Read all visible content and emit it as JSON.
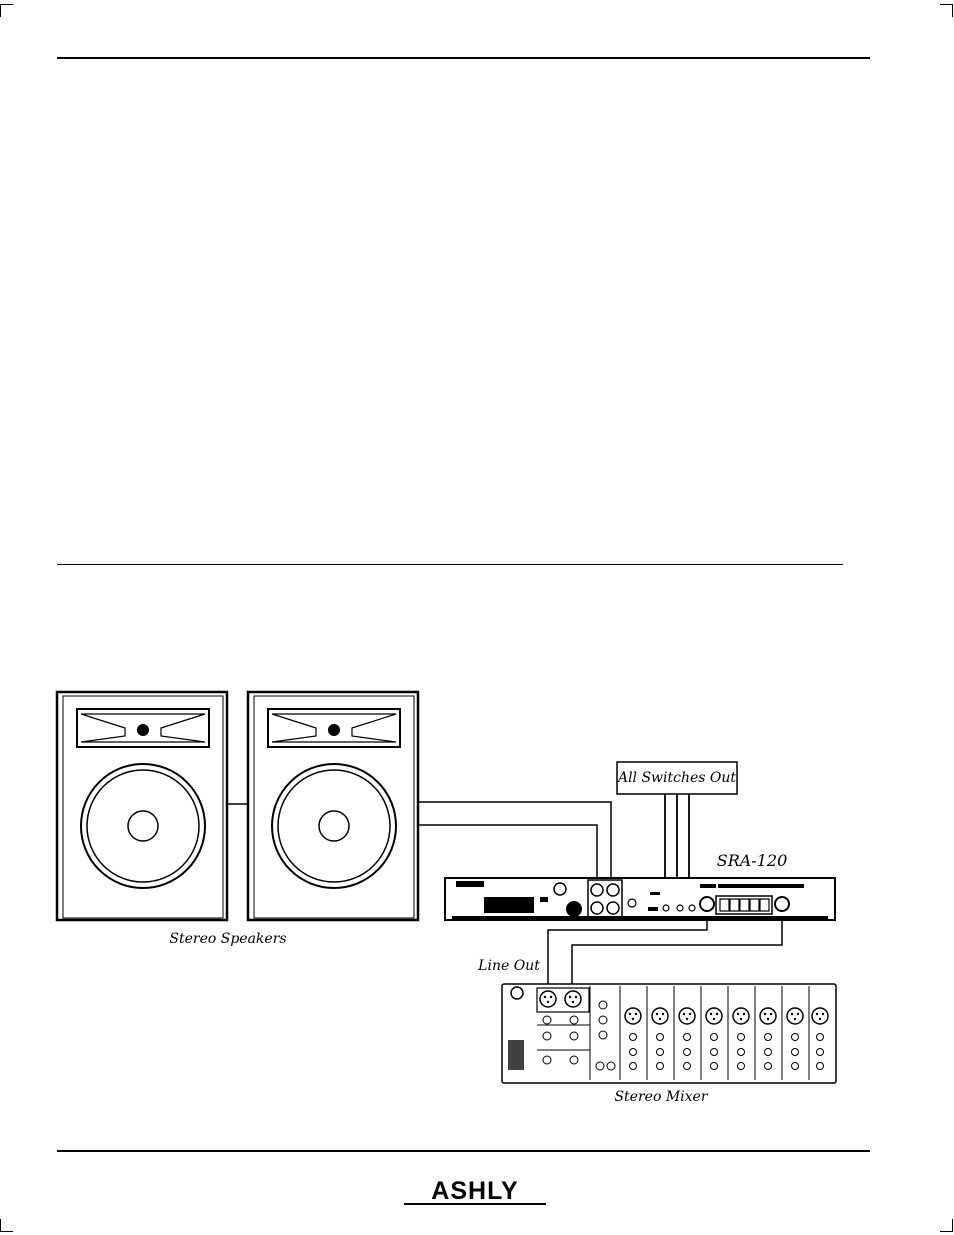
{
  "labels": {
    "speakers": "Stereo Speakers",
    "switches": "All Switches Out",
    "amp_model": "SRA-120",
    "line_out": "Line Out",
    "mixer": "Stereo Mixer"
  },
  "logo": "ASHLY"
}
